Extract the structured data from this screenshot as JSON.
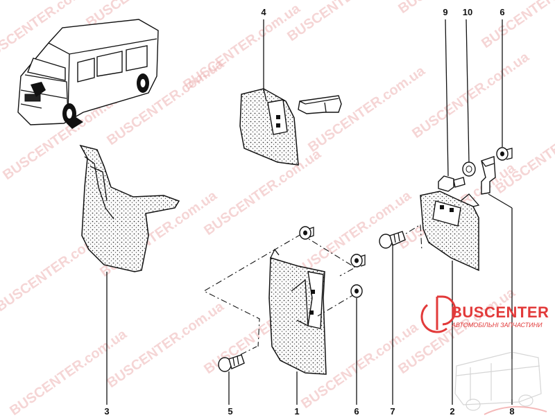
{
  "callouts": [
    "1",
    "2",
    "3",
    "4",
    "5",
    "6",
    "6",
    "7",
    "8",
    "9",
    "10"
  ],
  "watermark": "BUSCENTER.com.ua",
  "logo": {
    "name": "BUSCENTER",
    "tagline": "АВТОМОБІЛЬНІ ЗАПЧАСТИНИ"
  },
  "colors": {
    "watermark": "#e9a4a4",
    "logo": "#e23a3a",
    "lines": "#111111"
  }
}
